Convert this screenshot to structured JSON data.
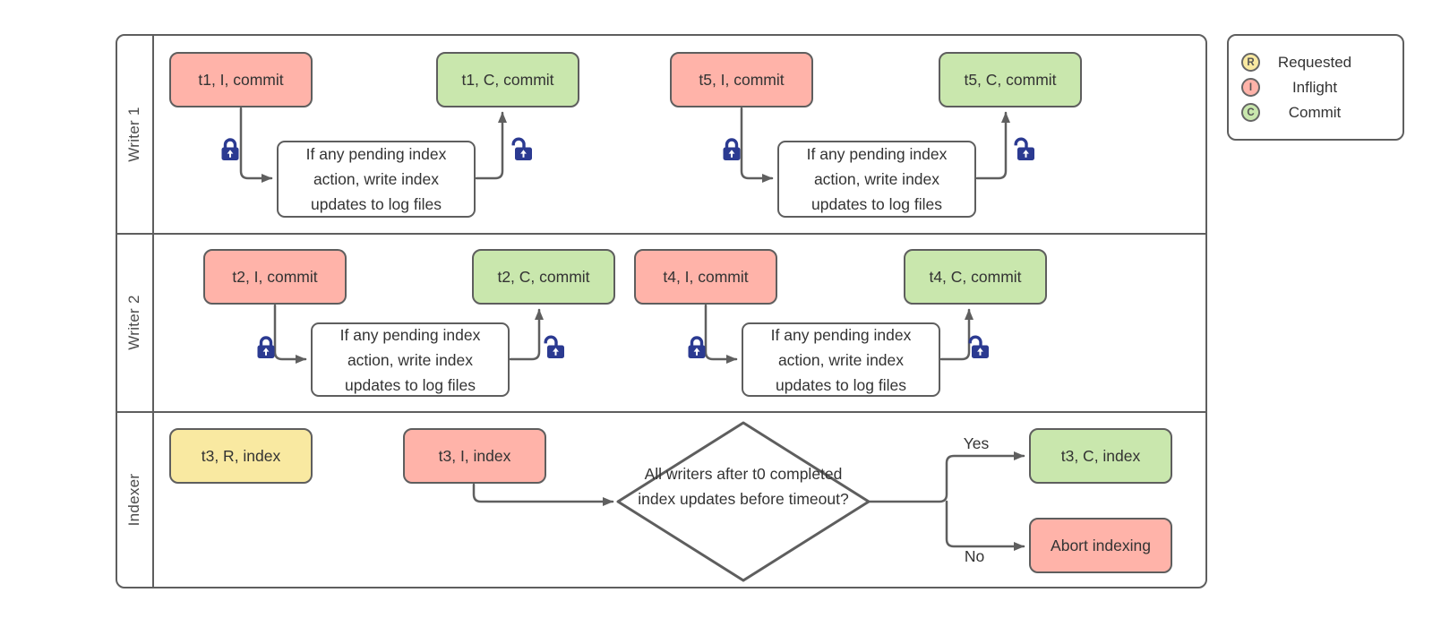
{
  "diagram": {
    "lanes": [
      {
        "label": "Writer 1"
      },
      {
        "label": "Writer 2"
      },
      {
        "label": "Indexer"
      }
    ],
    "nodes": {
      "t1_i": {
        "text": "t1, I, commit",
        "state": "inflight"
      },
      "t1_c": {
        "text": "t1, C, commit",
        "state": "commit"
      },
      "t5_i": {
        "text": "t5, I, commit",
        "state": "inflight"
      },
      "t5_c": {
        "text": "t5, C, commit",
        "state": "commit"
      },
      "t2_i": {
        "text": "t2, I, commit",
        "state": "inflight"
      },
      "t2_c": {
        "text": "t2, C, commit",
        "state": "commit"
      },
      "t4_i": {
        "text": "t4, I, commit",
        "state": "inflight"
      },
      "t4_c": {
        "text": "t4, C, commit",
        "state": "commit"
      },
      "t3_r": {
        "text": "t3, R, index",
        "state": "requested"
      },
      "t3_i": {
        "text": "t3, I, index",
        "state": "inflight"
      },
      "t3_c": {
        "text": "t3, C, index",
        "state": "commit"
      },
      "abort": {
        "text": "Abort indexing",
        "state": "inflight"
      }
    },
    "process_note": "If any pending index action, write index updates to log files",
    "decision": "All writers after t0 completed index updates before timeout?",
    "branch": {
      "yes": "Yes",
      "no": "No"
    }
  },
  "legend": {
    "items": [
      {
        "letter": "R",
        "label": "Requested",
        "color": "#f9e9a1"
      },
      {
        "letter": "I",
        "label": "Inflight",
        "color": "#ffb3a9"
      },
      {
        "letter": "C",
        "label": "Commit",
        "color": "#c9e7ad"
      }
    ]
  },
  "colors": {
    "requested": "#f9e9a1",
    "inflight": "#ffb3a9",
    "commit": "#c9e7ad",
    "shape_border": "#5e5e5e",
    "connector": "#5f5f5f",
    "lock": "#2b3a91",
    "text": "#333333"
  }
}
